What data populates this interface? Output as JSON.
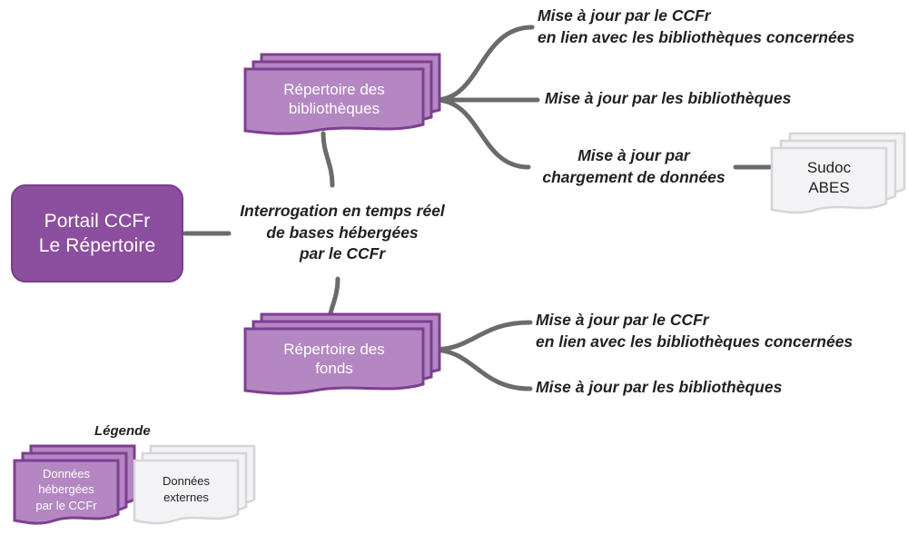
{
  "diagram": {
    "title_node": {
      "line1": "Portail CCFr",
      "line2": "Le Répertoire"
    },
    "nodes": {
      "repertoire_bibliotheques": {
        "line1": "Répertoire des",
        "line2": "bibliothèques"
      },
      "repertoire_fonds": {
        "line1": "Répertoire des",
        "line2": "fonds"
      },
      "sudoc_abes": {
        "line1": "Sudoc",
        "line2": "ABES"
      }
    },
    "annotations": {
      "center_note": "Interrogation en temps réel\nde bases hébergées\npar le CCFr",
      "biblio_branch_1": "Mise à jour par le CCFr\nen lien avec les bibliothèques concernées",
      "biblio_branch_2": "Mise à jour par les bibliothèques",
      "biblio_branch_3": "Mise à jour par\nchargement de données",
      "fonds_branch_1": "Mise à jour par le CCFr\nen lien avec les bibliothèques concernées",
      "fonds_branch_2": "Mise à jour par les bibliothèques"
    },
    "legend": {
      "title": "Légende",
      "hosted": {
        "line1": "Données",
        "line2": "hébergées",
        "line3": "par le CCFr"
      },
      "external": {
        "line1": "Données",
        "line2": "externes"
      }
    },
    "colors": {
      "root_fill": "#8c4e9e",
      "root_border": "#7a3d8d",
      "card_fill": "#b487c2",
      "card_border": "#7e3f92",
      "external_fill": "#f2f2f2",
      "external_border": "#d4d4d4",
      "connector": "#6b6b6b",
      "text_dark": "#231f20",
      "text_light": "#ffffff"
    }
  }
}
